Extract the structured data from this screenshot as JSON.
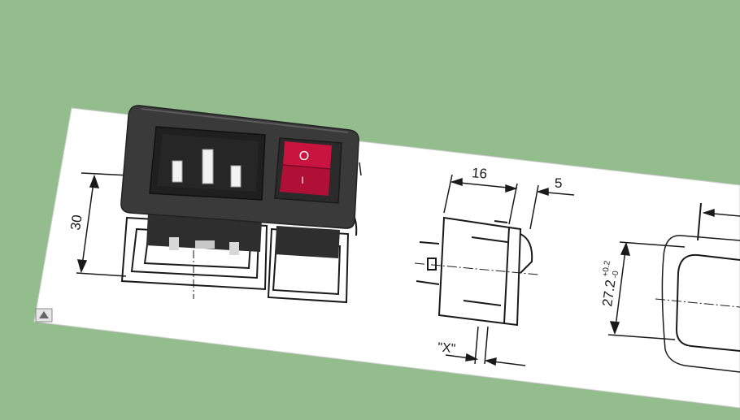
{
  "colors": {
    "background": "#94bd8e",
    "sheet": "#ffffff",
    "housing": "#3a3a3a",
    "rocker": "#c8143f",
    "pins": "#f2f2f2",
    "lines": "#1a1a1a"
  },
  "dimensions": {
    "height_30": "30",
    "width_16": "16",
    "offset_5": "5",
    "height_27_2": "27.2",
    "tol_upper": "+0.2",
    "tol_lower": "-0",
    "x_label": "\"X\""
  },
  "rocker_labels": {
    "off": "O",
    "on": "I"
  },
  "icons": {
    "corner": "triangle-up-icon"
  }
}
